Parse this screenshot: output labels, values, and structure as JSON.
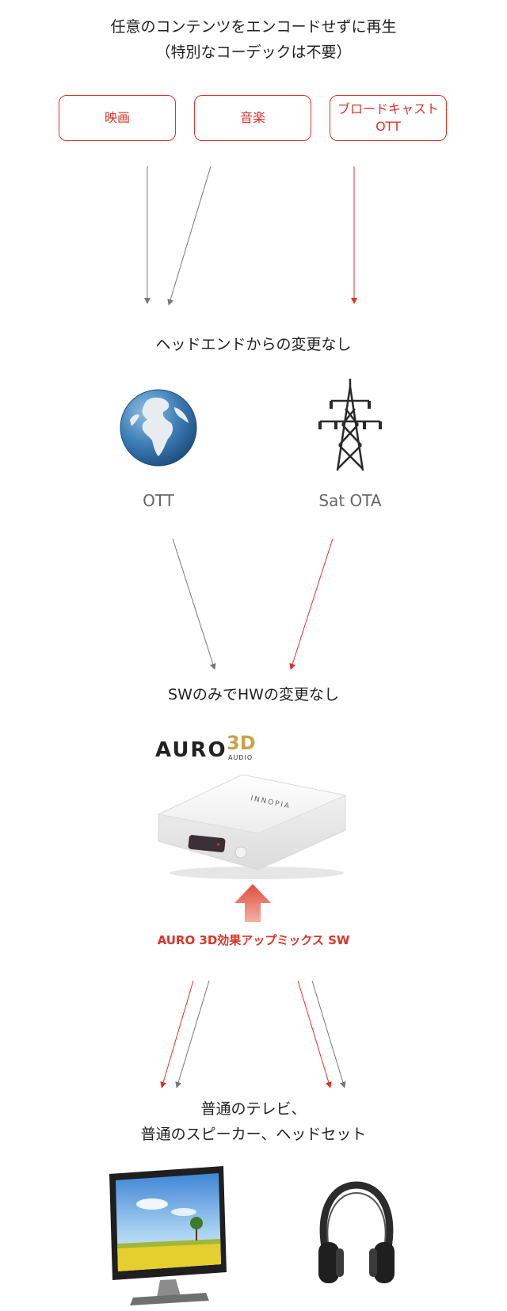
{
  "header": {
    "line1": "任意のコンテンツをエンコードせずに再生",
    "line2": "（特別なコーデックは不要）"
  },
  "sources": [
    {
      "lines": [
        "映画"
      ]
    },
    {
      "lines": [
        "音楽"
      ]
    },
    {
      "lines": [
        "ブロードキャスト",
        "OTT"
      ]
    }
  ],
  "headend_note": "ヘッドエンドからの変更なし",
  "delivery": {
    "ott_label": "OTT",
    "sat_label": "Sat OTA"
  },
  "device_note": "SWのみでHWの変更なし",
  "logo": {
    "brand": "AURO",
    "badge": "3D",
    "sub": "AUDIO",
    "device_brand": "INNOPIA"
  },
  "upmix_label": "AURO 3D効果アップミックス SW",
  "output_note": {
    "line1": "普通のテレビ、",
    "line2": "普通のスピーカー、ヘッドセット"
  },
  "colors": {
    "accent_red": "#d9342b",
    "arrow_gray": "#777777"
  }
}
